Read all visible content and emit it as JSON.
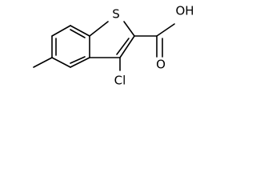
{
  "molecule": {
    "atom_labels": {
      "sulfur": "S",
      "carbonyl_oxygen": "O",
      "hydroxyl": "OH",
      "chlorine": "Cl"
    },
    "colors": {
      "bonds": "#000000",
      "labels": "#000000",
      "background": "#ffffff"
    }
  }
}
